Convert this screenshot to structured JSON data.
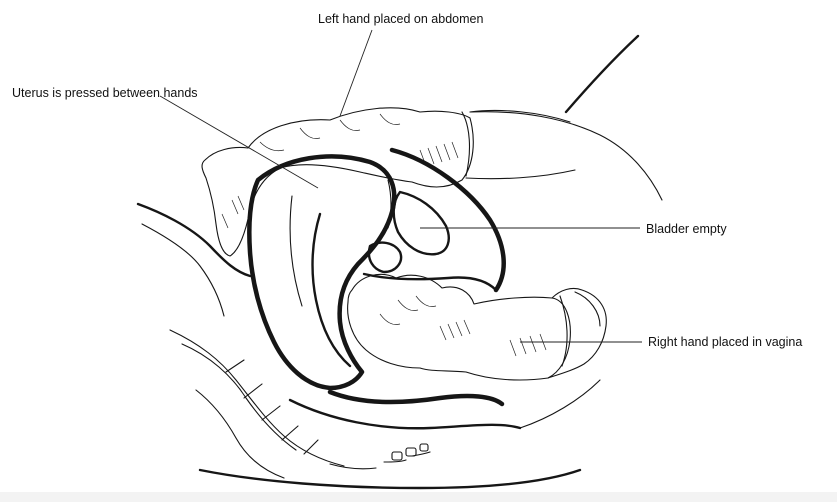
{
  "labels": {
    "left_hand": "Left hand placed on abdomen",
    "uterus": "Uterus is pressed between hands",
    "bladder": "Bladder empty",
    "right_hand": "Right hand placed in vagina"
  },
  "colors": {
    "ink": "#161616",
    "background": "#ffffff"
  }
}
